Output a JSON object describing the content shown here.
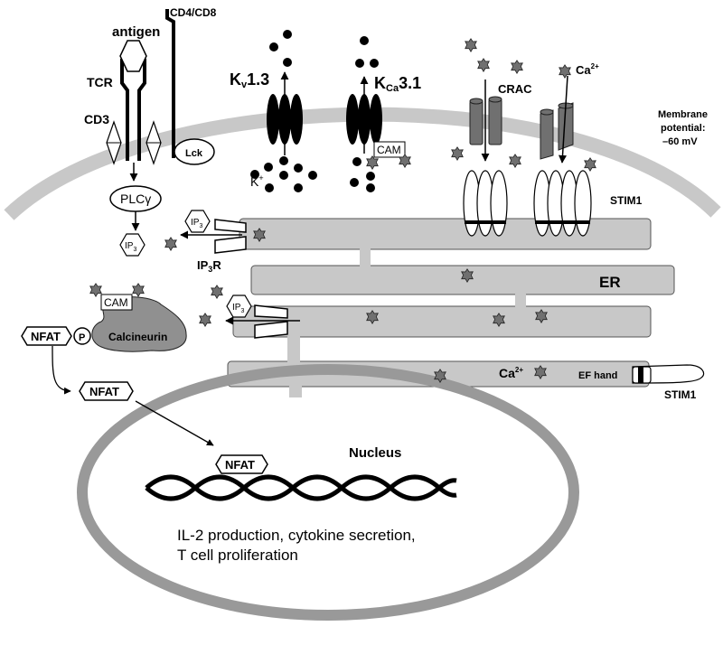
{
  "labels": {
    "cd4_cd8": "CD4/CD8",
    "antigen": "antigen",
    "tcr": "TCR",
    "cd3": "CD3",
    "lck": "Lck",
    "plc_main": "PLC",
    "plc_gamma": "γ",
    "ip3_main": "IP",
    "ip3_sub": "3",
    "ip3r_main": "IP",
    "ip3r_sub": "3",
    "ip3r_tail": "R",
    "kv_main": "K",
    "kv_sub": "v",
    "kv_tail": "1.3",
    "kca_main": "K",
    "kca_sub": "Ca",
    "kca_tail": "3.1",
    "k_ion": "K",
    "k_sup": "+",
    "cam": "CAM",
    "crac": "CRAC",
    "ca_main": "Ca",
    "ca_sup": "2+",
    "membrane_line1": "Membrane",
    "membrane_line2": "potential:",
    "membrane_line3": "–60 mV",
    "stim1": "STIM1",
    "er": "ER",
    "calcineurin": "Calcineurin",
    "nfat": "NFAT",
    "p": "P",
    "ef_hand": "EF hand",
    "nucleus": "Nucleus",
    "output_line1": "IL-2 production, cytokine secretion,",
    "output_line2": "T cell proliferation"
  },
  "colors": {
    "er_fill": "#c8c8c8",
    "membrane": "#c8c8c8",
    "crac_channel": "#707070",
    "calcium_ion": "#707070",
    "calcineurin": "#909090",
    "ink": "#000000"
  }
}
